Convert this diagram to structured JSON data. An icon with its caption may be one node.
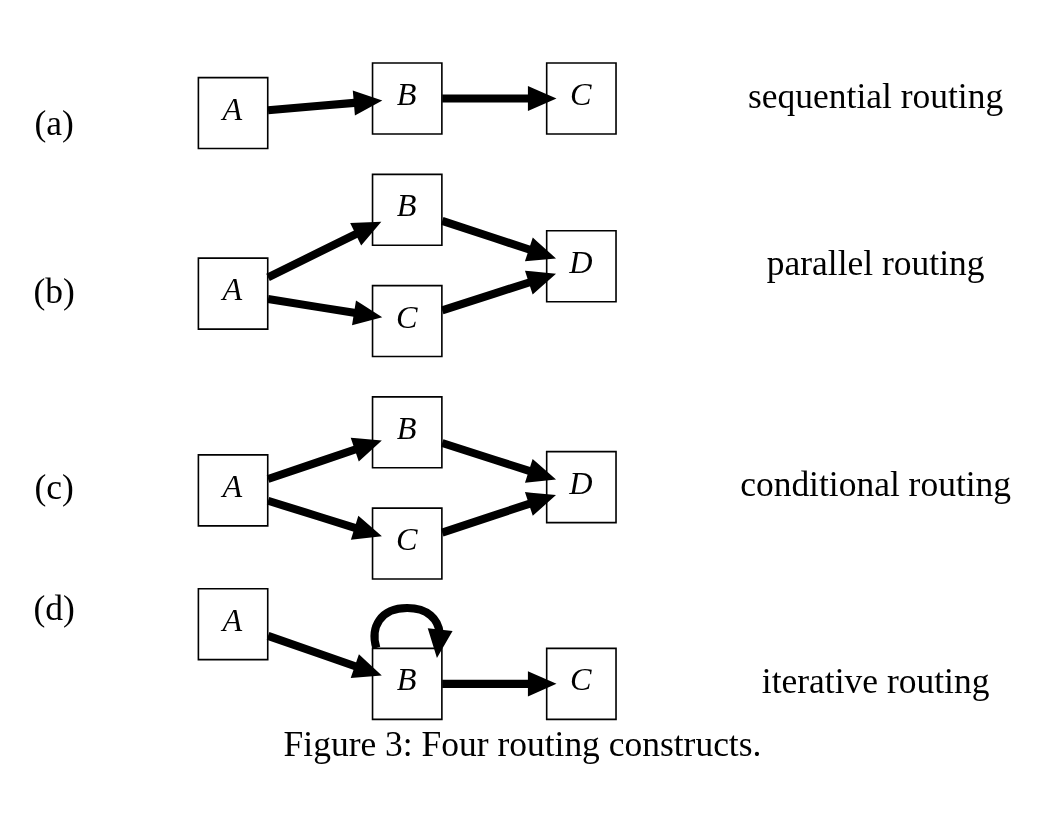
{
  "diagram": {
    "caption": "Figure 3: Four routing constructs.",
    "nodes": [
      {
        "text": [
          "A"
        ]
      },
      {
        "text": [
          "B"
        ]
      },
      {
        "text": [
          "C"
        ]
      },
      {
        "text": [
          "A"
        ]
      },
      {
        "text": [
          "B"
        ]
      },
      {
        "text": [
          "C"
        ]
      },
      {
        "text": [
          "D"
        ]
      },
      {
        "text": [
          "A"
        ]
      },
      {
        "text": [
          "B"
        ]
      },
      {
        "text": [
          "C"
        ]
      },
      {
        "text": [
          "D"
        ]
      },
      {
        "text": [
          "A"
        ]
      },
      {
        "text": [
          "B"
        ]
      },
      {
        "text": [
          "C"
        ]
      }
    ],
    "edges": [
      {
        "from": 0,
        "to": 1,
        "arrow": "to"
      },
      {
        "from": 1,
        "to": 2,
        "arrow": "to"
      },
      {
        "from": 3,
        "to": 4,
        "arrow": "to"
      },
      {
        "from": 3,
        "to": 5,
        "arrow": "to"
      },
      {
        "from": 4,
        "to": 6,
        "arrow": "to"
      },
      {
        "from": 5,
        "to": 6,
        "arrow": "to"
      },
      {
        "from": 7,
        "to": 8,
        "arrow": "to"
      },
      {
        "from": 7,
        "to": 9,
        "arrow": "to"
      },
      {
        "from": 8,
        "to": 10,
        "arrow": "to"
      },
      {
        "from": 9,
        "to": 10,
        "arrow": "to"
      },
      {
        "from": 11,
        "to": 12,
        "arrow": "to"
      },
      {
        "from": 12,
        "to": 13,
        "arrow": "to"
      },
      {
        "from": 12,
        "to": 12,
        "arrow": "to"
      }
    ],
    "labels": [
      "(a)",
      "sequential routing",
      "(b)",
      "parallel routing",
      "(c)",
      "conditional routing",
      "(d)",
      "iterative routing"
    ]
  }
}
